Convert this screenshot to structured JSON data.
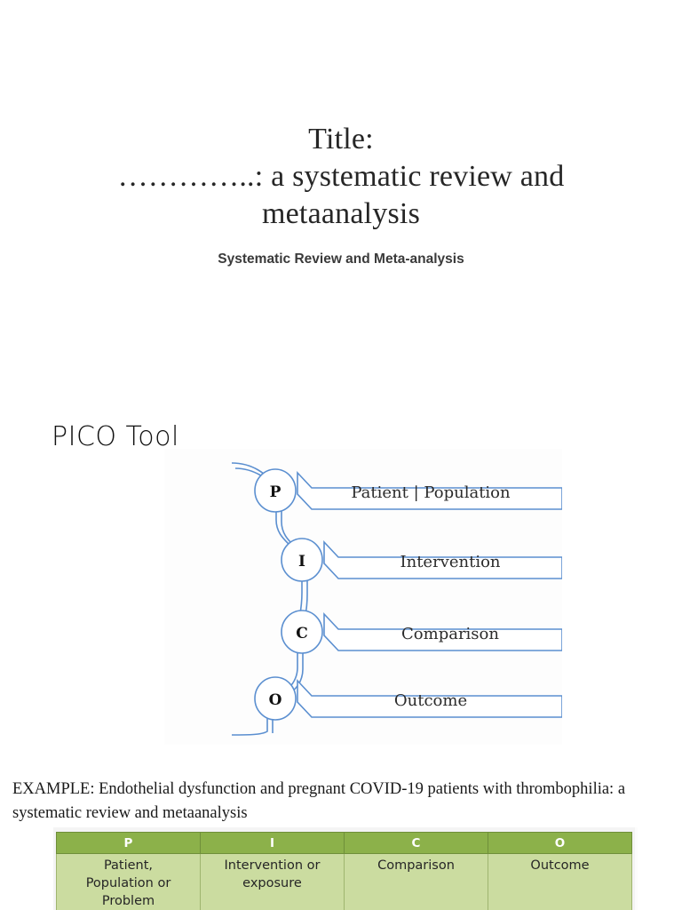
{
  "slide": {
    "title_lines": [
      "Title:",
      "…………..: a systematic review and",
      "metaanalysis"
    ],
    "subtitle": "Systematic Review and Meta-analysis",
    "section_heading": "PICO Tool",
    "example_paragraph": "EXAMPLE: Endothelial dysfunction and pregnant COVID-19 patients with thrombophilia: a systematic review and metaanalysis"
  },
  "pico_diagram": {
    "nodes": [
      {
        "letter": "P",
        "label": "Patient | Population"
      },
      {
        "letter": "I",
        "label": "Intervention"
      },
      {
        "letter": "C",
        "label": "Comparison"
      },
      {
        "letter": "O",
        "label": "Outcome"
      }
    ],
    "line_color": "#5b8fd0",
    "background": "#fdfdfd"
  },
  "pico_table": {
    "headers": [
      "P",
      "I",
      "C",
      "O"
    ],
    "rows": [
      [
        [
          "Patient,",
          "Population or",
          "Problem"
        ],
        [
          "Intervention or",
          "exposure"
        ],
        [
          "Comparison"
        ],
        [
          "Outcome"
        ]
      ]
    ],
    "header_color": "#8cb14a",
    "cell_color": "#cbdca0"
  }
}
